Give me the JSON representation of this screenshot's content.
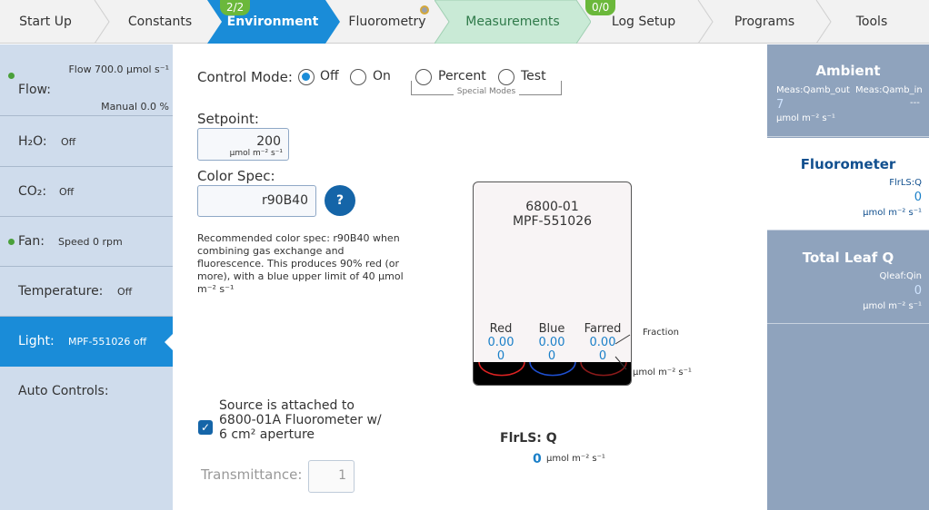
{
  "nav": {
    "tabs": [
      {
        "label": "Start Up"
      },
      {
        "label": "Constants"
      },
      {
        "label": "Environment",
        "badge": "2/2"
      },
      {
        "label": "Fluorometry"
      },
      {
        "label": "Measurements",
        "badge": "0/0"
      },
      {
        "label": "Log Setup"
      },
      {
        "label": "Programs"
      },
      {
        "label": "Tools"
      }
    ],
    "active_color": "#1a8cd8",
    "measurements_color": "#c9ead6",
    "badge_color": "#6bb83b"
  },
  "sidebar": {
    "flow": {
      "label": "Flow:",
      "value1": "Flow 700.0 µmol s⁻¹",
      "value2": "Manual 0.0 %"
    },
    "h2o": {
      "label": "H₂O:",
      "value": "Off"
    },
    "co2": {
      "label": "CO₂:",
      "value": "Off"
    },
    "fan": {
      "label": "Fan:",
      "value": "Speed 0 rpm"
    },
    "temperature": {
      "label": "Temperature:",
      "value": "Off"
    },
    "light": {
      "label": "Light:",
      "value": "MPF-551026 off"
    },
    "auto": {
      "label": "Auto Controls:"
    }
  },
  "main": {
    "control_mode_label": "Control Mode:",
    "modes": {
      "off": "Off",
      "on": "On",
      "percent": "Percent",
      "test": "Test"
    },
    "selected_mode": "Off",
    "special_modes": "Special Modes",
    "setpoint_label": "Setpoint:",
    "setpoint_value": "200",
    "setpoint_unit": "µmol m⁻² s⁻¹",
    "color_spec_label": "Color Spec:",
    "color_spec_value": "r90B40",
    "help_label": "?",
    "description": "Recommended color spec: r90B40 when combining gas exchange and fluorescence. This produces 90% red (or more), with a blue upper limit of 40 µmol m⁻² s⁻¹",
    "source_checkbox_text": "Source is attached to 6800-01A Fluorometer w/ 6 cm² aperture",
    "transmittance_label": "Transmittance:",
    "transmittance_value": "1"
  },
  "device": {
    "line1": "6800-01",
    "line2": "MPF-551026",
    "channels": [
      {
        "name": "Red",
        "fraction": "0.00",
        "value": "0"
      },
      {
        "name": "Blue",
        "fraction": "0.00",
        "value": "0"
      },
      {
        "name": "Farred",
        "fraction": "0.00",
        "value": "0"
      }
    ],
    "fraction_label": "Fraction",
    "unit_label": "µmol m⁻² s⁻¹",
    "flrls_title": "FlrLS: Q",
    "flrls_value": "0",
    "flrls_unit": "µmol m⁻² s⁻¹"
  },
  "right": {
    "ambient": {
      "title": "Ambient",
      "col1": "Meas:Qamb_out",
      "col2": "Meas:Qamb_in",
      "val1": "7",
      "val2": "---",
      "unit": "µmol m⁻² s⁻¹"
    },
    "fluorometer": {
      "title": "Fluorometer",
      "sub": "FlrLS:Q",
      "value": "0",
      "unit": "µmol m⁻² s⁻¹"
    },
    "leaf": {
      "title": "Total Leaf Q",
      "sub": "Qleaf:Qin",
      "value": "0",
      "unit": "µmol m⁻² s⁻¹"
    }
  }
}
